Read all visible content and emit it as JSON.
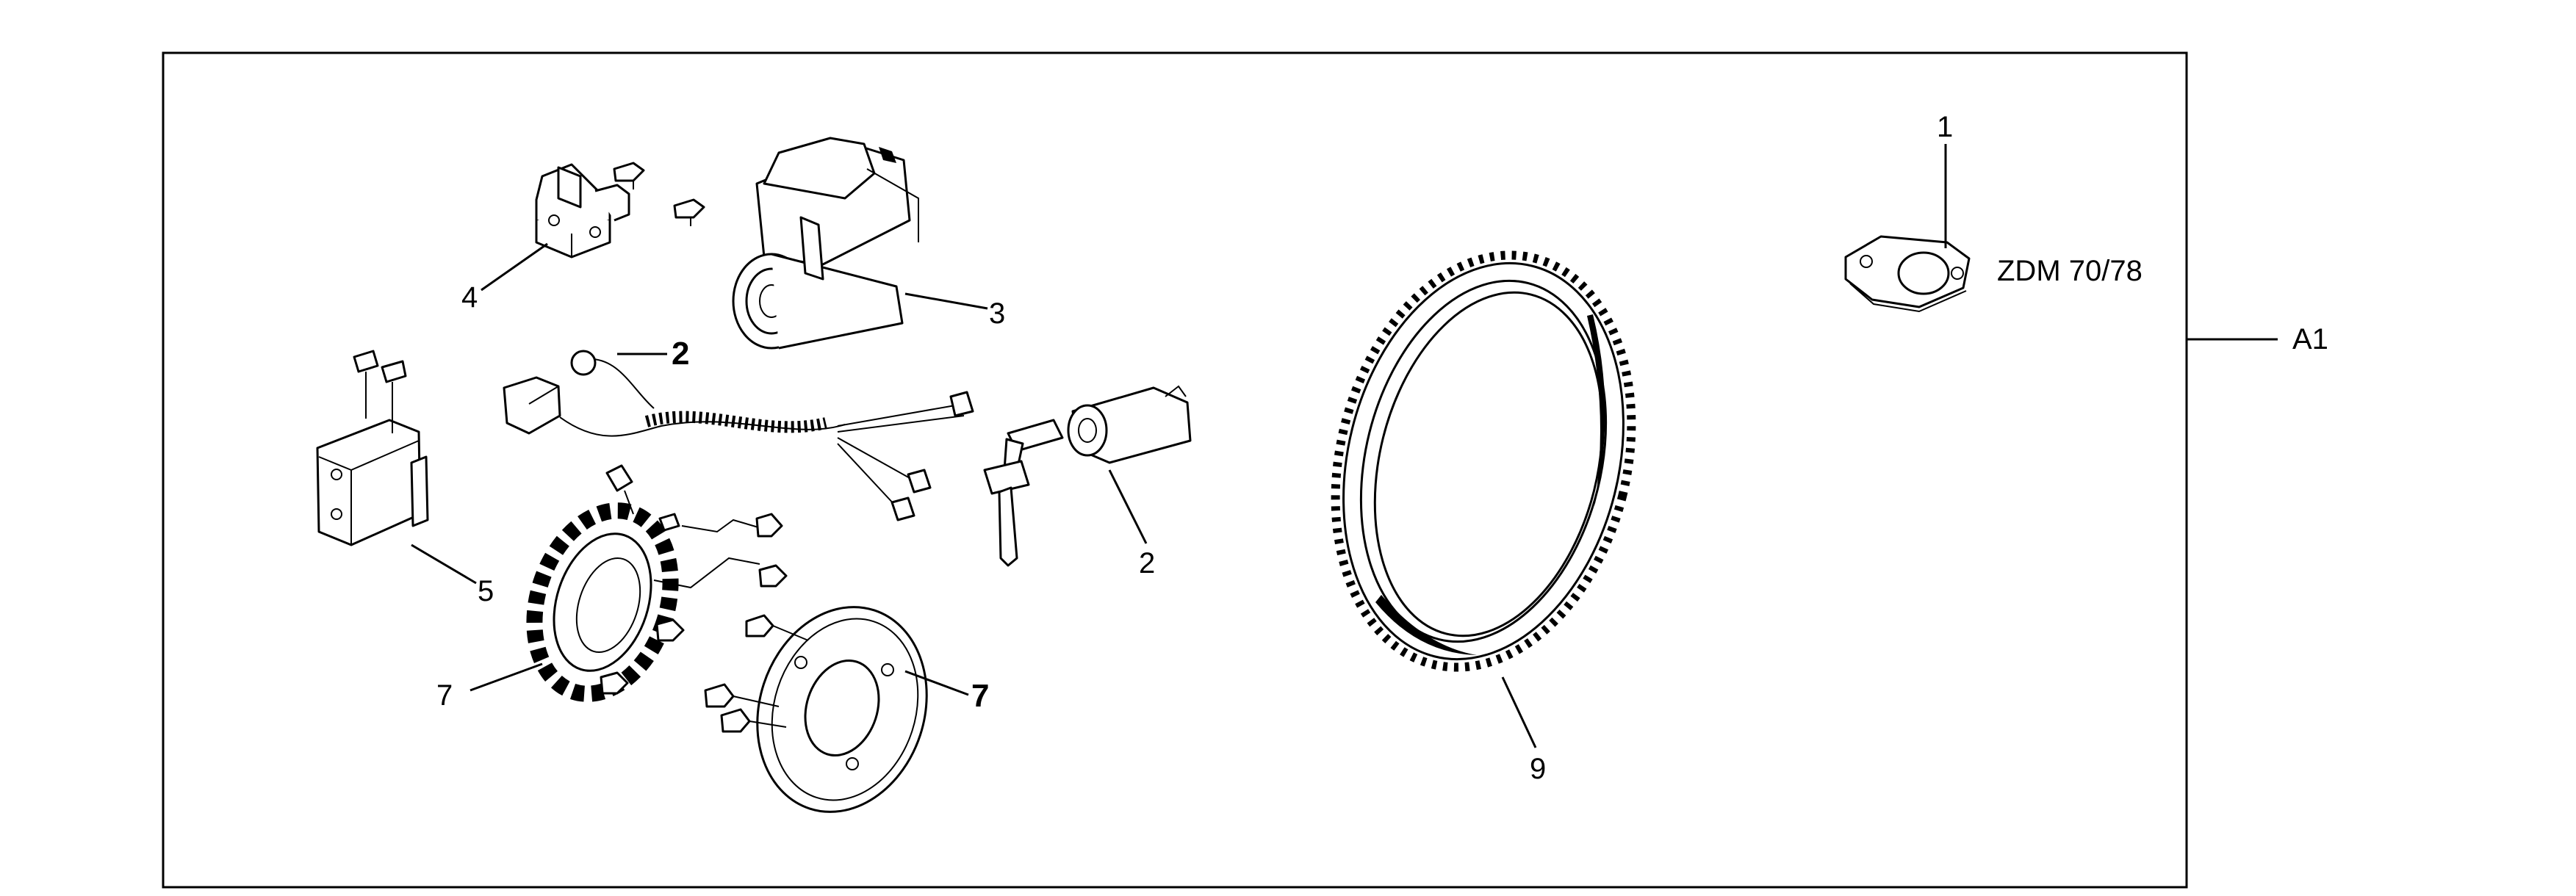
{
  "labels": {
    "p1": "1",
    "p1_model": "ZDM 70/78",
    "p2_harness": "2",
    "p2_switch": "2",
    "p3": "3",
    "p4": "4",
    "p5": "5",
    "p7_stator": "7",
    "p7_rotor": "7",
    "p9": "9",
    "a1": "A1"
  },
  "colors": {
    "line": "#000000",
    "background": "#ffffff"
  }
}
